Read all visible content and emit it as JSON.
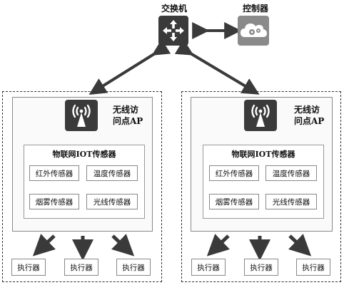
{
  "top": {
    "switch_label": "交换机",
    "controller_label": "控制器"
  },
  "groups": [
    {
      "ap_label_line1": "无线访",
      "ap_label_line2": "问点AP",
      "sensor_title": "物联网IOT传感器",
      "sensors": [
        "红外传感器",
        "温度传感器",
        "烟雾传感器",
        "光线传感器"
      ],
      "executors": [
        "执行器",
        "执行器",
        "执行器"
      ]
    },
    {
      "ap_label_line1": "无线访",
      "ap_label_line2": "问点AP",
      "sensor_title": "物联网IOT传感器",
      "sensors": [
        "红外传感器",
        "温度传感器",
        "烟雾传感器",
        "光线传感器"
      ],
      "executors": [
        "执行器",
        "执行器",
        "执行器"
      ]
    }
  ],
  "colors": {
    "icon_dark": "#3a3a3a",
    "icon_gray": "#8a8a8a",
    "arrow": "#3a3a3a"
  }
}
